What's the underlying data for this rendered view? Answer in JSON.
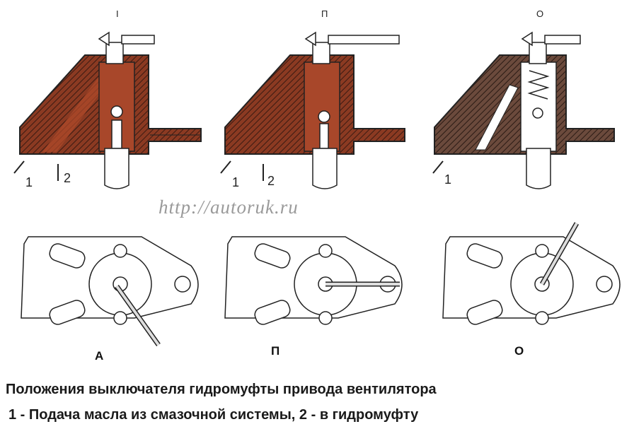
{
  "watermark": "http://autoruk.ru",
  "panels": [
    {
      "top_mark": "I",
      "position_letter": "А",
      "flow_labels": [
        "1",
        "2"
      ]
    },
    {
      "top_mark": "П",
      "position_letter": "П",
      "flow_labels": [
        "1",
        "2"
      ]
    },
    {
      "top_mark": "О",
      "position_letter": "О",
      "flow_labels": [
        "1"
      ]
    }
  ],
  "caption": {
    "line1": "Положения выключателя гидромуфты привода вентилятора",
    "line2": "1 - Подача масла из смазочной системы, 2 - в гидромуфту"
  },
  "colors": {
    "body_red": "#8b3a22",
    "body_dark": "#5a3a2e",
    "hatch": "#2a1410",
    "outline": "#222222"
  }
}
